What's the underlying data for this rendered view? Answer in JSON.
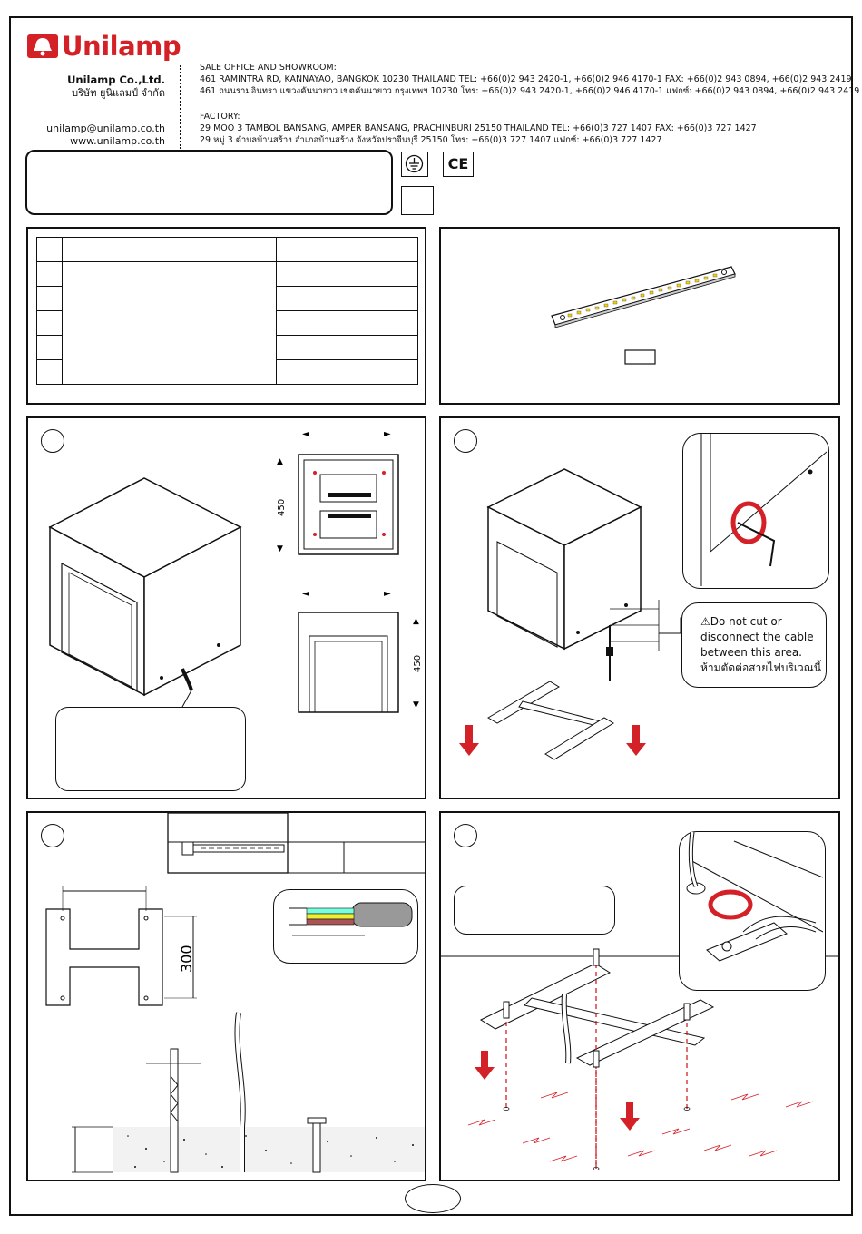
{
  "brand": {
    "name": "Unilamp",
    "accent_color": "#d42027",
    "logo_icon": "bell-lamp-icon"
  },
  "company": {
    "name_en": "Unilamp Co.,Ltd.",
    "name_th": "บริษัท ยูนิแลมป์ จำกัด",
    "email": "unilamp@unilamp.co.th",
    "website": "www.unilamp.co.th"
  },
  "sales_office": {
    "heading": "SALE OFFICE AND SHOWROOM:",
    "line_en": "461 RAMINTRA RD, KANNAYAO, BANGKOK 10230 THAILAND TEL: +66(0)2 943 2420-1, +66(0)2 946 4170-1 FAX: +66(0)2 943 0894, +66(0)2 943 2419",
    "line_th": "461 ถนนรามอินทรา แขวงคันนายาว เขตคันนายาว กรุงเทพฯ 10230  โทร: +66(0)2 943 2420-1, +66(0)2 946 4170-1 แฟกซ์: +66(0)2 943 0894, +66(0)2 943 2419"
  },
  "factory": {
    "heading": "FACTORY:",
    "line_en": "29 MOO 3 TAMBOL BANSANG, AMPER BANSANG, PRACHINBURI 25150 THAILAND TEL: +66(0)3 727 1407 FAX: +66(0)3 727 1427",
    "line_th": "29 หมู่ 3 ตำบลบ้านสร้าง อำเภอบ้านสร้าง จังหวัดปราจีนบุรี  25150  โทร: +66(0)3 727 1407 แฟกซ์: +66(0)3 727 1427"
  },
  "cert_icons": [
    "earth-ground-icon",
    "ce-mark-icon"
  ],
  "ce_label": "CE",
  "dimensions": {
    "height_top_view": "450",
    "height_front_view": "450",
    "base_plate_height": "300"
  },
  "warning": {
    "icon": "warning-triangle-icon",
    "line1": "Do not cut or",
    "line2": "disconnect the cable",
    "line3": "between this area.",
    "line4": "ห้ามตัดต่อสายไฟบริเวณนี้"
  }
}
